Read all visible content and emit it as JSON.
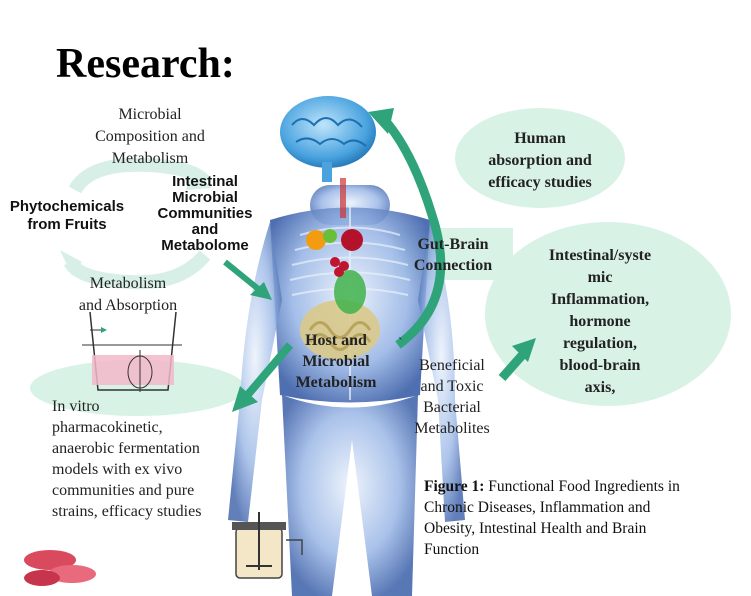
{
  "title": "Research:",
  "labels": {
    "microbial_composition": [
      "Microbial",
      "Composition and",
      "Metabolism"
    ],
    "phytochemicals": [
      "Phytochemicals",
      "from Fruits"
    ],
    "intestinal_communities": [
      "Intestinal",
      "Microbial",
      "Communities",
      "and",
      "Metabolome"
    ],
    "metabolism_absorption": [
      "Metabolism",
      "and Absorption"
    ],
    "human_absorption": [
      "Human",
      "absorption and",
      "efficacy studies"
    ],
    "gut_brain": [
      "Gut-Brain",
      "Connection"
    ],
    "inflammation": [
      "Intestinal/syste",
      "mic",
      "Inflammation,",
      "hormone",
      "regulation,",
      "blood-brain",
      "axis,"
    ],
    "host_microbial": [
      "Host and",
      "Microbial",
      "Metabolism"
    ],
    "beneficial_mark": "`",
    "beneficial": [
      "Beneficial",
      "and Toxic",
      "Bacterial",
      "Metabolites"
    ],
    "in_vitro": [
      "In vitro",
      "pharmacokinetic,",
      "anaerobic fermentation",
      "models with ex vivo",
      "communities and pure",
      "strains, efficacy studies"
    ]
  },
  "caption": {
    "prefix": "Figure 1:",
    "text_line1": " Functional Food Ingredients in",
    "lines": [
      "Chronic Diseases, Inflammation and",
      "Obesity, Intestinal Health and Brain",
      "Function"
    ]
  },
  "colors": {
    "ellipse_fill": "#d9f2e6",
    "arrow": "#2fa37a",
    "brain": "#4aa3df",
    "body": "#9ab7e6"
  }
}
